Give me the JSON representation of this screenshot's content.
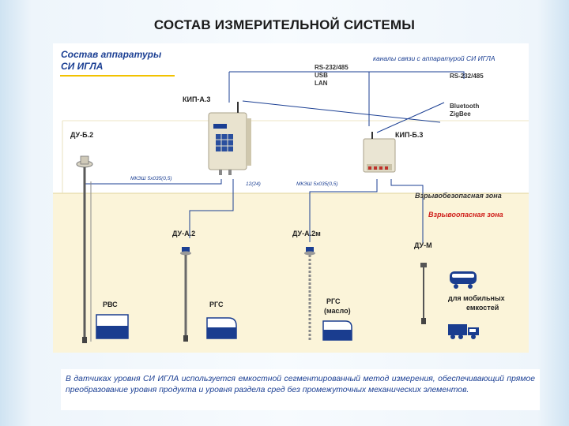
{
  "title": "СОСТАВ ИЗМЕРИТЕЛЬНОЙ СИСТЕМЫ",
  "diagram": {
    "heading_line1": "Состав аппаратуры",
    "heading_line2": "СИ ИГЛА",
    "channels_note": "каналы связи с аппаратурой СИ ИГЛА",
    "kip_a3_interfaces": [
      "RS-232/485",
      "USB",
      "LAN"
    ],
    "kip_b3_interface": "RS-232/485",
    "wireless": [
      "Bluetooth",
      "ZigBee"
    ],
    "devices": {
      "kip_a3": "КИП-А.3",
      "kip_b3": "КИП-Б.3",
      "du_b2": "ДУ-Б.2",
      "du_a2": "ДУ-А.2",
      "du_a2m": "ДУ-А.2м",
      "du_m": "ДУ-М"
    },
    "cable_labels": [
      "МКЭШ 5х035(0,5)",
      "МКЭШ 5х035(0,5)",
      "12(24)"
    ],
    "zones": {
      "safe": "Взрывобезопасная зона",
      "hazard": "Взрывоопасная зона"
    },
    "tanks": {
      "rvs": "РВС",
      "rgs": "РГС",
      "rgs_oil_line1": "РГС",
      "rgs_oil_line2": "(масло)",
      "mobile_line1": "для мобильных",
      "mobile_line2": "емкостей"
    }
  },
  "description": "В датчиках уровня СИ ИГЛА используется емкостной сегментированный метод измерения, обеспечивающий прямое преобразование уровня продукта и уровня раздела сред без промежуточных механических элементов.",
  "colors": {
    "title_text": "#1a1a1a",
    "accent_blue": "#1b3f93",
    "tank_blue": "#1a3d8f",
    "hazard_red": "#d0201c",
    "zone_fill": "#fbf4d9",
    "underline_yellow": "#f2c200"
  }
}
